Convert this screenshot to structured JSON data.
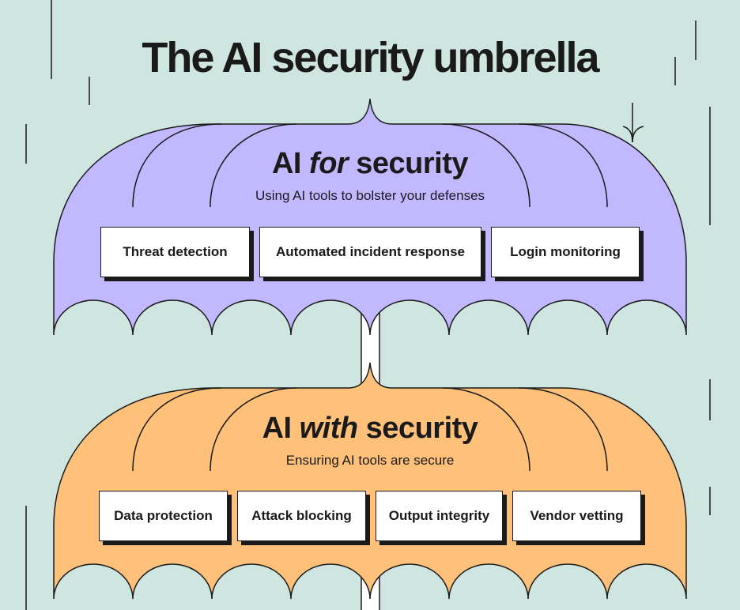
{
  "title": "The AI security umbrella",
  "colors": {
    "background": "#cfe5e0",
    "ai_for_security": "#c2b8ff",
    "ai_with_security": "#ffc07a",
    "outline": "#1a1a1a"
  },
  "ai_for_security": {
    "heading_pre": "AI ",
    "heading_em": "for",
    "heading_post": " security",
    "subtitle": "Using AI tools to bolster your defenses",
    "items": [
      "Threat detection",
      "Automated incident response",
      "Login monitoring"
    ]
  },
  "ai_with_security": {
    "heading_pre": "AI ",
    "heading_em": "with",
    "heading_post": " security",
    "subtitle": "Ensuring AI tools are secure",
    "items": [
      "Data protection",
      "Attack blocking",
      "Output integrity",
      "Vendor vetting"
    ]
  }
}
